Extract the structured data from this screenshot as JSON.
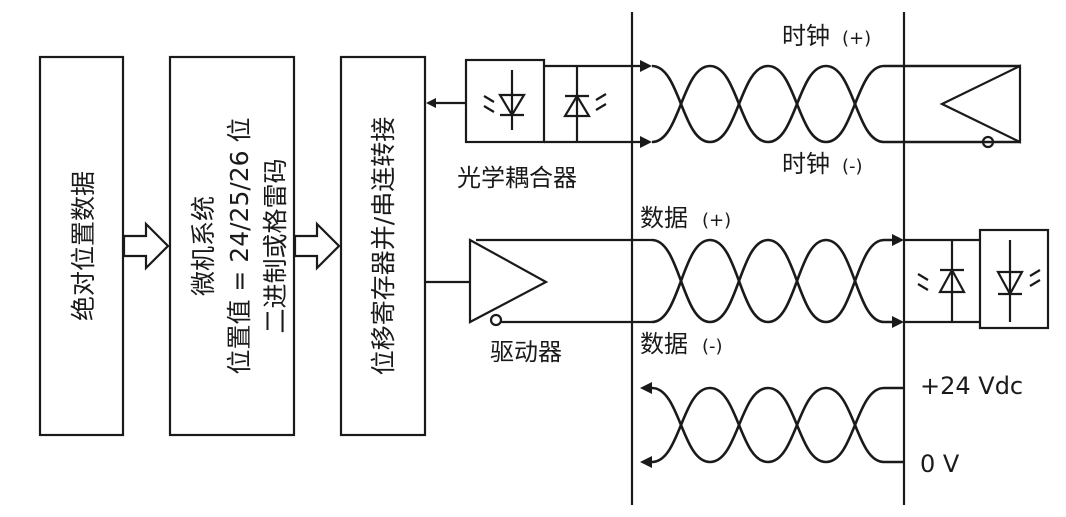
{
  "blocks": {
    "abs_position_data": "绝对位置数据",
    "microcontroller_title": "微机系统",
    "microcontroller_line2": "位置值 = 24/25/26 位",
    "microcontroller_line3": "二进制或格雷码",
    "shift_register": "位移寄存器并/串连转接"
  },
  "labels": {
    "optocoupler": "光学耦合器",
    "driver": "驱动器",
    "clock_pos_text": "时钟",
    "clock_pos_sign": "(+)",
    "clock_neg_text": "时钟",
    "clock_neg_sign": "(-)",
    "data_pos_text": "数据",
    "data_pos_sign": "(+)",
    "data_neg_text": "数据",
    "data_neg_sign": "(-)",
    "supply_pos": "+24 Vdc",
    "supply_zero": "0 V"
  }
}
